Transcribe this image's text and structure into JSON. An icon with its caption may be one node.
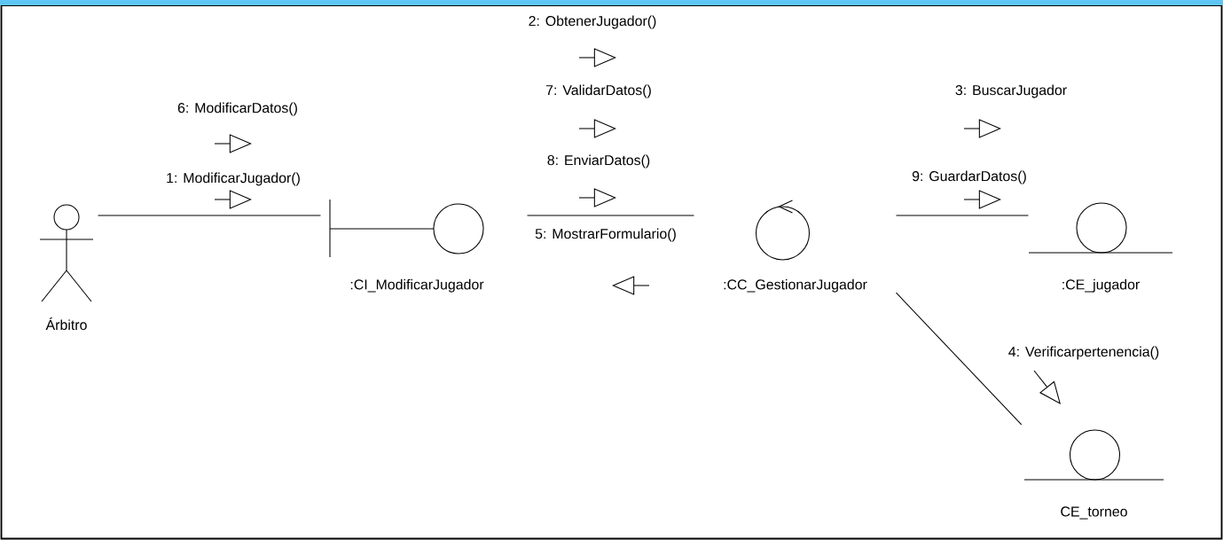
{
  "diagram": {
    "nodes": [
      {
        "text": [
          "Árbitro"
        ]
      },
      {
        "text": [
          ":CI_ModificarJugador"
        ]
      },
      {
        "text": [
          ":CC_GestionarJugador"
        ]
      },
      {
        "text": [
          ":CE_jugador"
        ]
      },
      {
        "text": [
          "CE_torneo"
        ]
      }
    ],
    "edges": [
      {
        "from": 0,
        "to": 1,
        "arrow": "none"
      },
      {
        "from": 1,
        "to": 2,
        "arrow": "none"
      },
      {
        "from": 2,
        "to": 3,
        "arrow": "none"
      },
      {
        "from": 2,
        "to": 4,
        "arrow": "none"
      }
    ],
    "labels": [
      "2: ObtenerJugador()",
      "7: ValidarDatos()",
      "3: BuscarJugador",
      "6: ModificarDatos()",
      "8: EnviarDatos()",
      "9: GuardarDatos()",
      "1: ModificarJugador()",
      "5: MostrarFormulario()",
      "4: Verificarpertenencia()"
    ]
  }
}
